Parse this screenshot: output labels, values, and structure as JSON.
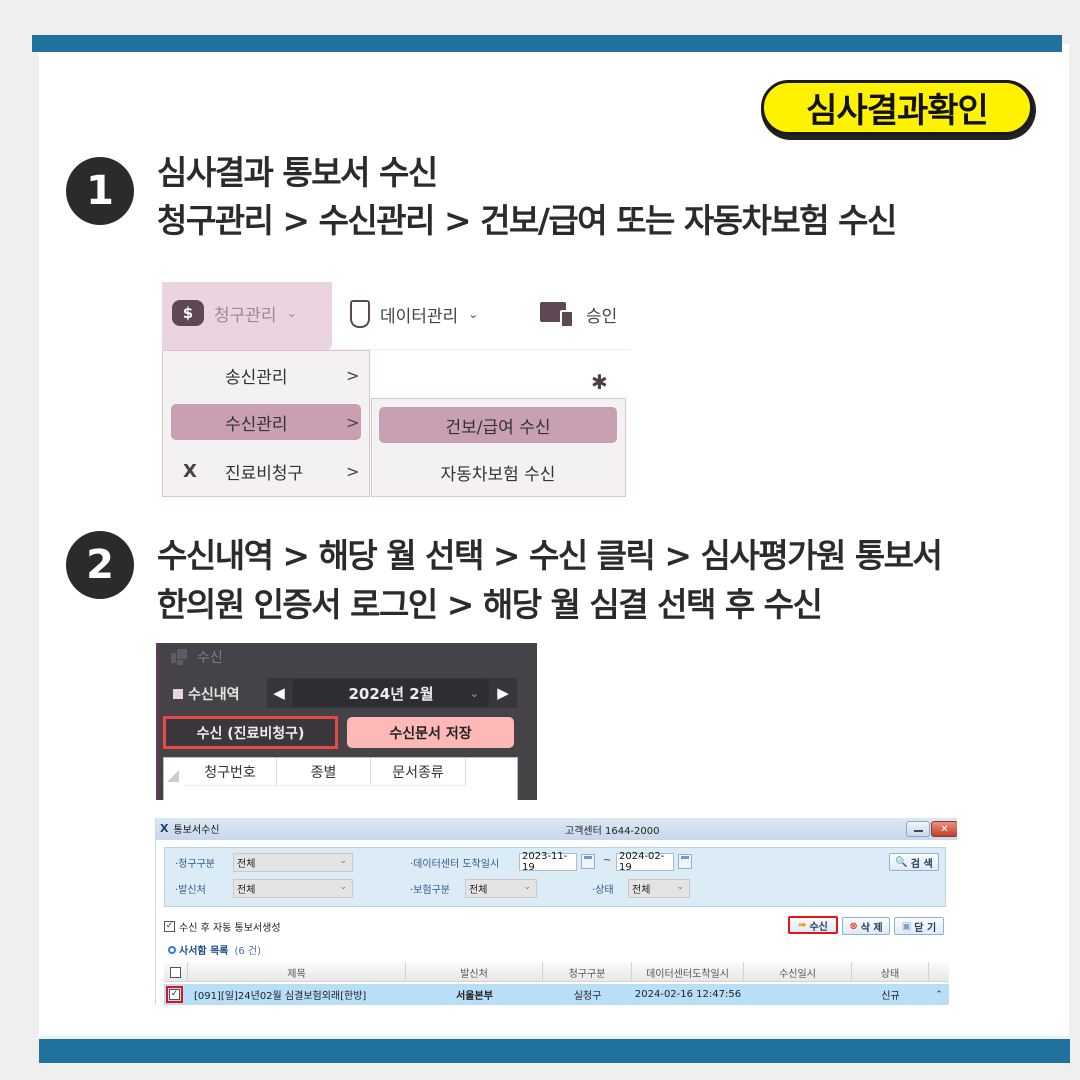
{
  "colors": {
    "accent_blue": "#21719f",
    "badge_yellow": "#fff200",
    "menu_highlight": "#c89fb3",
    "highlight_red": "#e51414"
  },
  "badge": {
    "label": "심사결과확인"
  },
  "steps": [
    {
      "number": "1",
      "lines": [
        "심사결과 통보서 수신",
        "청구관리 > 수신관리 > 건보/급여 또는 자동차보험 수신"
      ]
    },
    {
      "number": "2",
      "lines": [
        "수신내역 > 해당 월 선택 > 수신 클릭 > 심사평가원  통보서",
        "한의원 인증서 로그인 > 해당 월 심결 선택 후 수신"
      ]
    }
  ],
  "menu_screenshot": {
    "top_menu": [
      {
        "label": "청구관리",
        "icon": "billing-icon",
        "active": true
      },
      {
        "label": "데이터관리",
        "icon": "usb-drive-icon",
        "active": false
      },
      {
        "label": "승인",
        "icon": "devices-icon",
        "active": false
      }
    ],
    "dropdown": [
      {
        "label": "송신관리",
        "active": false
      },
      {
        "label": "수신관리",
        "active": true
      },
      {
        "label": "진료비청구",
        "active": false,
        "icon": "x-logo-icon"
      }
    ],
    "submenu": [
      {
        "label": "건보/급여 수신",
        "active": true
      },
      {
        "label": "자동차보험 수신",
        "active": false
      }
    ],
    "chevron_down": "⌄",
    "chevron_right": ">"
  },
  "receive_panel": {
    "title": "수신",
    "section_label": "수신내역",
    "month": "2024년 2월",
    "receive_button": "수신 (진료비청구)",
    "save_button": "수신문서 저장",
    "columns": [
      "청구번호",
      "종별",
      "문서종류"
    ]
  },
  "notice_dialog": {
    "title": "통보서수신",
    "support_center": "고객센터 1644-2000",
    "filters": {
      "claim_type": {
        "label": "·청구구분",
        "value": "전체"
      },
      "sender": {
        "label": "·발신처",
        "value": "전체"
      },
      "arrival_date": {
        "label": "·데이터센터 도착일시",
        "from": "2023-11-19",
        "to": "2024-02-19",
        "separator": "~"
      },
      "insurance_type": {
        "label": "·보험구분",
        "value": "전체"
      },
      "status": {
        "label": "·상태",
        "value": "전체"
      }
    },
    "search_button": "검 색",
    "auto_generate_checkbox": {
      "label": "수신 후 자동 통보서생성",
      "checked": true
    },
    "buttons": {
      "receive": "수신",
      "delete": "삭 제",
      "close": "닫 기"
    },
    "list_title": "사서함 목록",
    "list_count": "(6 건)",
    "columns": [
      "제목",
      "발신처",
      "청구구분",
      "데이터센터도착일시",
      "수신일시",
      "상태"
    ],
    "rows": [
      {
        "checked": true,
        "title": "[091][일]24년02월 심결보험외래[한방]",
        "sender": "서울본부",
        "claim_type": "실청구",
        "arrival": "2024-02-16 12:47:56",
        "received": "",
        "status": "신규"
      }
    ]
  }
}
